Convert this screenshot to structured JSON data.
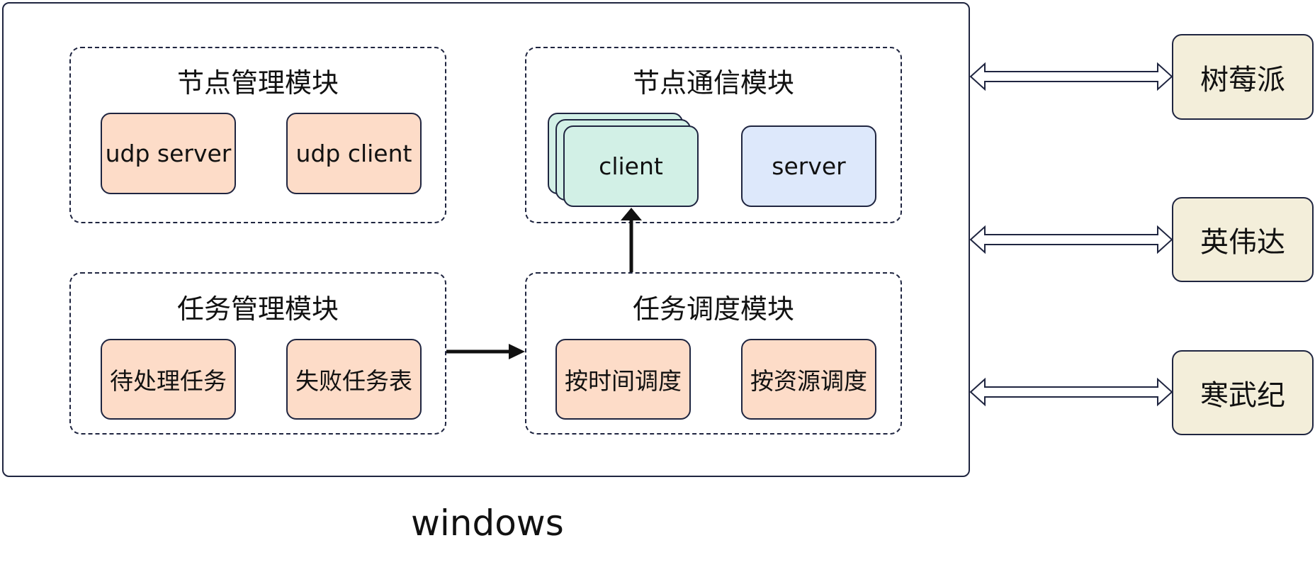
{
  "diagram": {
    "container_label": "windows",
    "modules": {
      "node_management": {
        "title": "节点管理模块",
        "items": [
          "udp server",
          "udp client"
        ]
      },
      "node_communication": {
        "title": "节点通信模块",
        "items": [
          "client",
          "server"
        ]
      },
      "task_management": {
        "title": "任务管理模块",
        "items": [
          "待处理任务",
          "失败任务表"
        ]
      },
      "task_scheduling": {
        "title": "任务调度模块",
        "items": [
          "按时间调度",
          "按资源调度"
        ]
      }
    },
    "devices": [
      "树莓派",
      "英伟达",
      "寒武纪"
    ],
    "colors": {
      "border": "#1f2540",
      "peach_box": "#fddcc8",
      "mint_box": "#d2f0e6",
      "blue_box": "#dde8fb",
      "device_box": "#f3eeda",
      "arrow": "#111111"
    }
  }
}
